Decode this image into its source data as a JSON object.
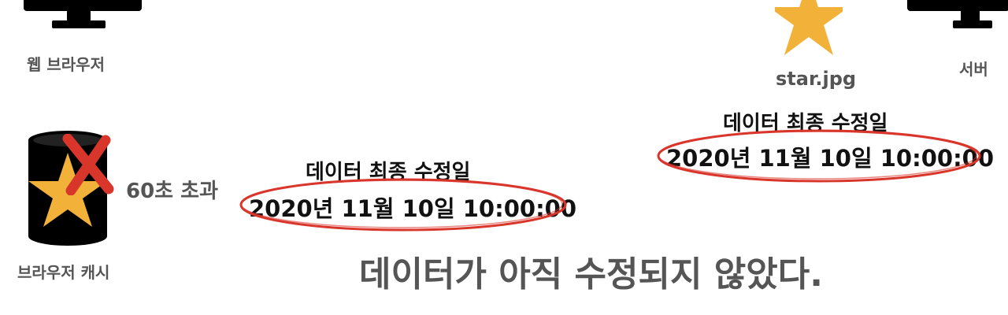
{
  "client": {
    "name": "웹 브라우저",
    "monitor_icon": "monitor-icon"
  },
  "server": {
    "name": "서버",
    "monitor_icon": "monitor-icon",
    "file_name": "star.jpg",
    "file_icon": "star-icon",
    "last_modified_label": "데이터 최종 수정일",
    "last_modified_value": "2020년 11월 10일 10:00:00"
  },
  "cache": {
    "name": "브라우저 캐시",
    "icon": "cache-cylinder-icon",
    "expired_mark": "x-mark-icon",
    "expired_text": "60초 초과",
    "last_modified_label": "데이터 최종 수정일",
    "last_modified_value": "2020년 11월 10일 10:00:00"
  },
  "conclusion": "데이터가 아직 수정되지 않았다.",
  "colors": {
    "star": "#F2B23A",
    "x_mark": "#D9362B",
    "circle": "#D9362B",
    "monitor": "#000000",
    "gray_text": "#555555"
  }
}
